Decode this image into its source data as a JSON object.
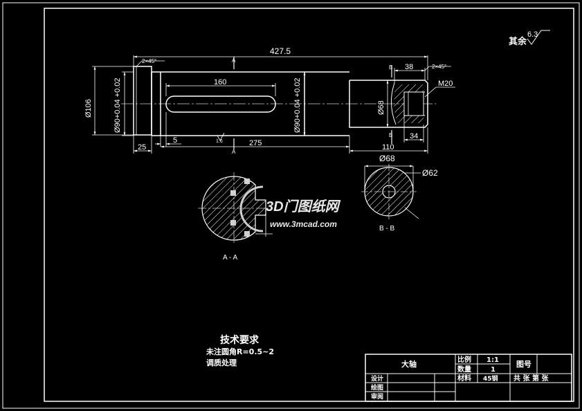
{
  "colors": {
    "background": "#000000",
    "line": "#ffffff",
    "center_line": "#cccccc",
    "watermark": "#d0d0d0"
  },
  "roughness": {
    "label": "其余",
    "value": "6.3"
  },
  "dimensions": {
    "overall_length": "427.5",
    "left_chamfer": "2×45°",
    "right_chamfer": "2×45°",
    "right_length_38": "38",
    "key_length": "160",
    "thread": "M20",
    "d106": "Ø106",
    "d90_left": "Ø90+0.04 +0.02",
    "d90_right": "Ø90+0.04 +0.02",
    "d68": "Ø68",
    "len_25": "25",
    "len_5": "5",
    "len_275": "275",
    "len_110": "110",
    "len_34": "34",
    "roughness_16": "1.6",
    "sec_d68": "Ø68",
    "sec_d62": "Ø62"
  },
  "section_marks": {
    "a_top": "A",
    "a_bottom": "A",
    "b_top": "B",
    "b_bottom": "B"
  },
  "section_labels": {
    "aa": "A - A",
    "bb": "B - B"
  },
  "tech_requirements": {
    "title": "技术要求",
    "items": [
      "未注圆角R=0.5~2",
      "调质处理"
    ]
  },
  "title_block": {
    "part_name": "大轴",
    "scale_label": "比例",
    "scale_value": "1:1",
    "qty_label": "数量",
    "qty_value": "1",
    "drawing_no_label": "图号",
    "material_label": "材料",
    "material_value": "45钢",
    "sheets_text": "共  张  第  张",
    "designer_label": "设计",
    "drafter_label": "绘图",
    "reviewer_label": "审阅"
  },
  "watermark": {
    "brand": "3D门图纸网",
    "url": "www.3mcad.com"
  }
}
